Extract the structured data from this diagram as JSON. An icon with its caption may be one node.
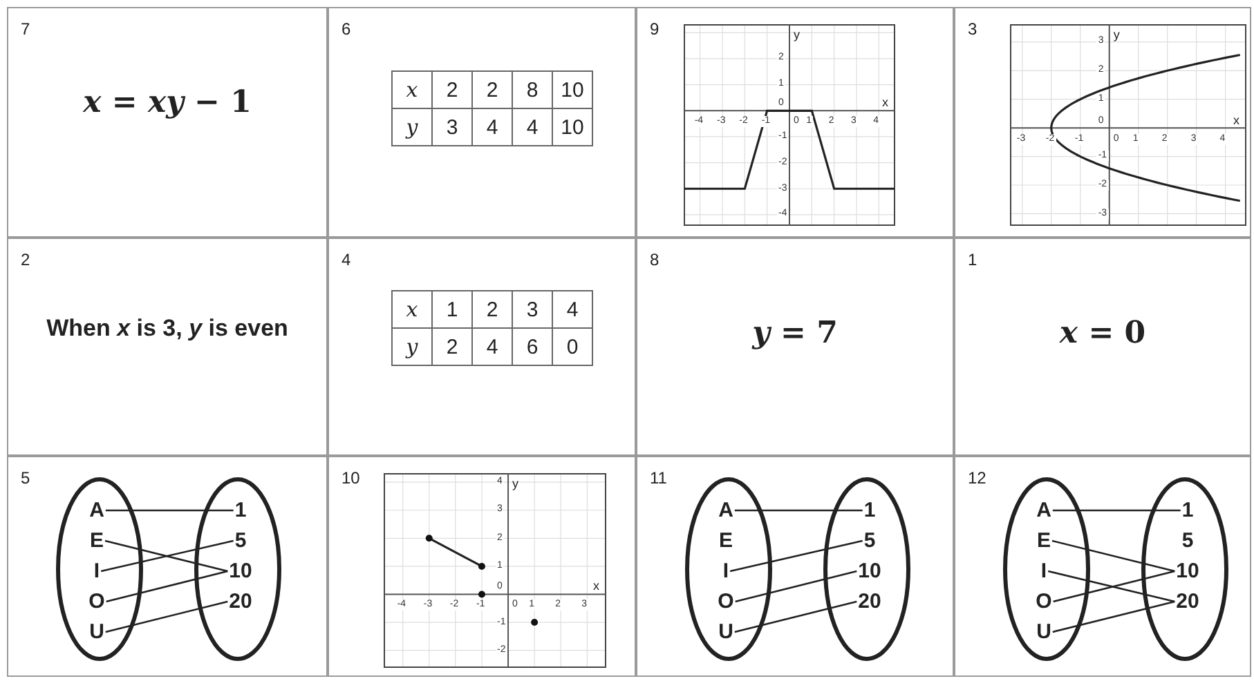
{
  "diagram": {
    "nodes": [
      {
        "text": [
          "7",
          "*x* = *xy* − 1"
        ]
      },
      {
        "text": [
          "6"
        ]
      },
      {
        "text": [
          "9"
        ]
      },
      {
        "text": [
          "3"
        ]
      },
      {
        "text": [
          "2",
          "When *x* is 3, *y* is even"
        ]
      },
      {
        "text": [
          "4"
        ]
      },
      {
        "text": [
          "8",
          "*y* = 7"
        ]
      },
      {
        "text": [
          "1",
          "*x* = 0"
        ]
      },
      {
        "text": [
          "5"
        ]
      },
      {
        "text": [
          "10"
        ]
      },
      {
        "text": [
          "11"
        ]
      },
      {
        "text": [
          "12"
        ]
      },
      {
        "text": [],
        "shape": "ellipse",
        "in": 8
      },
      {
        "text": [],
        "shape": "ellipse",
        "in": 8
      },
      {
        "text": [
          "A"
        ],
        "in": 12
      },
      {
        "text": [
          "E"
        ],
        "in": 12
      },
      {
        "text": [
          "I"
        ],
        "in": 12
      },
      {
        "text": [
          "O"
        ],
        "in": 12
      },
      {
        "text": [
          "U"
        ],
        "in": 12
      },
      {
        "text": [
          "1"
        ],
        "in": 13
      },
      {
        "text": [
          "5"
        ],
        "in": 13
      },
      {
        "text": [
          "10"
        ],
        "in": 13
      },
      {
        "text": [
          "20"
        ],
        "in": 13
      },
      {
        "text": [],
        "shape": "ellipse",
        "in": 10
      },
      {
        "text": [],
        "shape": "ellipse",
        "in": 10
      },
      {
        "text": [
          "A"
        ],
        "in": 23
      },
      {
        "text": [
          "E"
        ],
        "in": 23
      },
      {
        "text": [
          "I"
        ],
        "in": 23
      },
      {
        "text": [
          "O"
        ],
        "in": 23
      },
      {
        "text": [
          "U"
        ],
        "in": 23
      },
      {
        "text": [
          "1"
        ],
        "in": 24
      },
      {
        "text": [
          "5"
        ],
        "in": 24
      },
      {
        "text": [
          "10"
        ],
        "in": 24
      },
      {
        "text": [
          "20"
        ],
        "in": 24
      },
      {
        "text": [],
        "shape": "ellipse",
        "in": 11
      },
      {
        "text": [],
        "shape": "ellipse",
        "in": 11
      },
      {
        "text": [
          "A"
        ],
        "in": 34
      },
      {
        "text": [
          "E"
        ],
        "in": 34
      },
      {
        "text": [
          "I"
        ],
        "in": 34
      },
      {
        "text": [
          "O"
        ],
        "in": 34
      },
      {
        "text": [
          "U"
        ],
        "in": 34
      },
      {
        "text": [
          "1"
        ],
        "in": 35
      },
      {
        "text": [
          "5"
        ],
        "in": 35
      },
      {
        "text": [
          "10"
        ],
        "in": 35
      },
      {
        "text": [
          "20"
        ],
        "in": 35
      }
    ],
    "edges": [
      {
        "from": 14,
        "to": 19,
        "arrow": "none"
      },
      {
        "from": 15,
        "to": 21,
        "arrow": "none"
      },
      {
        "from": 16,
        "to": 20,
        "arrow": "none"
      },
      {
        "from": 17,
        "to": 21,
        "arrow": "none"
      },
      {
        "from": 18,
        "to": 22,
        "arrow": "none"
      },
      {
        "from": 25,
        "to": 30,
        "arrow": "none"
      },
      {
        "from": 27,
        "to": 31,
        "arrow": "none"
      },
      {
        "from": 28,
        "to": 32,
        "arrow": "none"
      },
      {
        "from": 29,
        "to": 33,
        "arrow": "none"
      },
      {
        "from": 36,
        "to": 41,
        "arrow": "none"
      },
      {
        "from": 37,
        "to": 43,
        "arrow": "none"
      },
      {
        "from": 38,
        "to": 44,
        "arrow": "none"
      },
      {
        "from": 39,
        "to": 43,
        "arrow": "none"
      },
      {
        "from": 40,
        "to": 44,
        "arrow": "none"
      }
    ],
    "labels": [
      "x",
      "2",
      "2",
      "8",
      "10",
      "y",
      "3",
      "4",
      "4",
      "10",
      "-4",
      "-3",
      "-2",
      "-1",
      "0",
      "1",
      "2",
      "3",
      "4",
      "2",
      "1",
      "0",
      "-1",
      "-2",
      "-3",
      "-4",
      "x",
      "y",
      "-3",
      "-2",
      "-1",
      "0",
      "1",
      "2",
      "3",
      "4",
      "3",
      "2",
      "1",
      "0",
      "-1",
      "-2",
      "-3",
      "x",
      "y",
      "x",
      "1",
      "2",
      "3",
      "4",
      "y",
      "2",
      "4",
      "6",
      "0",
      "-4",
      "-3",
      "-2",
      "-1",
      "0",
      "1",
      "2",
      "3",
      "4",
      "3",
      "2",
      "1",
      "0",
      "-1",
      "-2",
      "x",
      "y"
    ]
  }
}
